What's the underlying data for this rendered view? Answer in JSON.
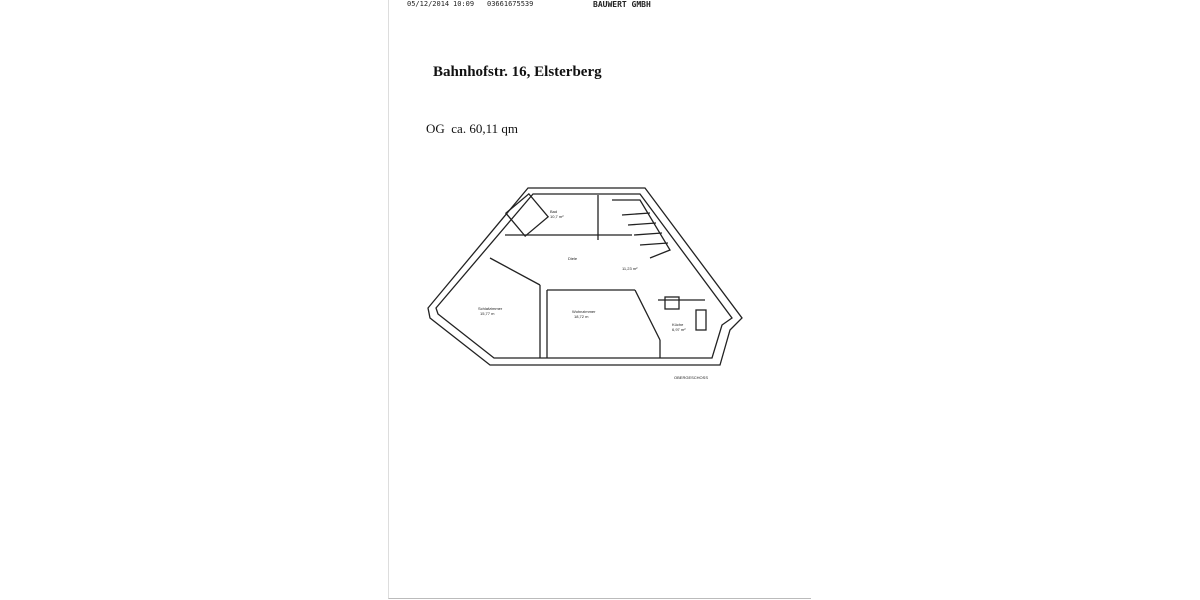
{
  "fax_header": {
    "date": "05/12/2014",
    "time": "10:09",
    "number": "03661675539",
    "sender": "BAUWERT GMBH"
  },
  "title": "Bahnhofstr. 16,  Elsterberg",
  "subtitle": {
    "floor": "OG",
    "area": "ca. 60,11 qm"
  },
  "floorplan": {
    "rooms": [
      {
        "name": "Bad",
        "area": "10,7 m²"
      },
      {
        "name": "Diele",
        "area": "11,23 m²"
      },
      {
        "name": "Schlafzimmer",
        "area": "15,77 m"
      },
      {
        "name": "Wohnzimmer",
        "area": "18,72 m"
      },
      {
        "name": "Küche",
        "area": "6,97 m²"
      }
    ],
    "floor_label": "OBERGESCHOSS"
  }
}
